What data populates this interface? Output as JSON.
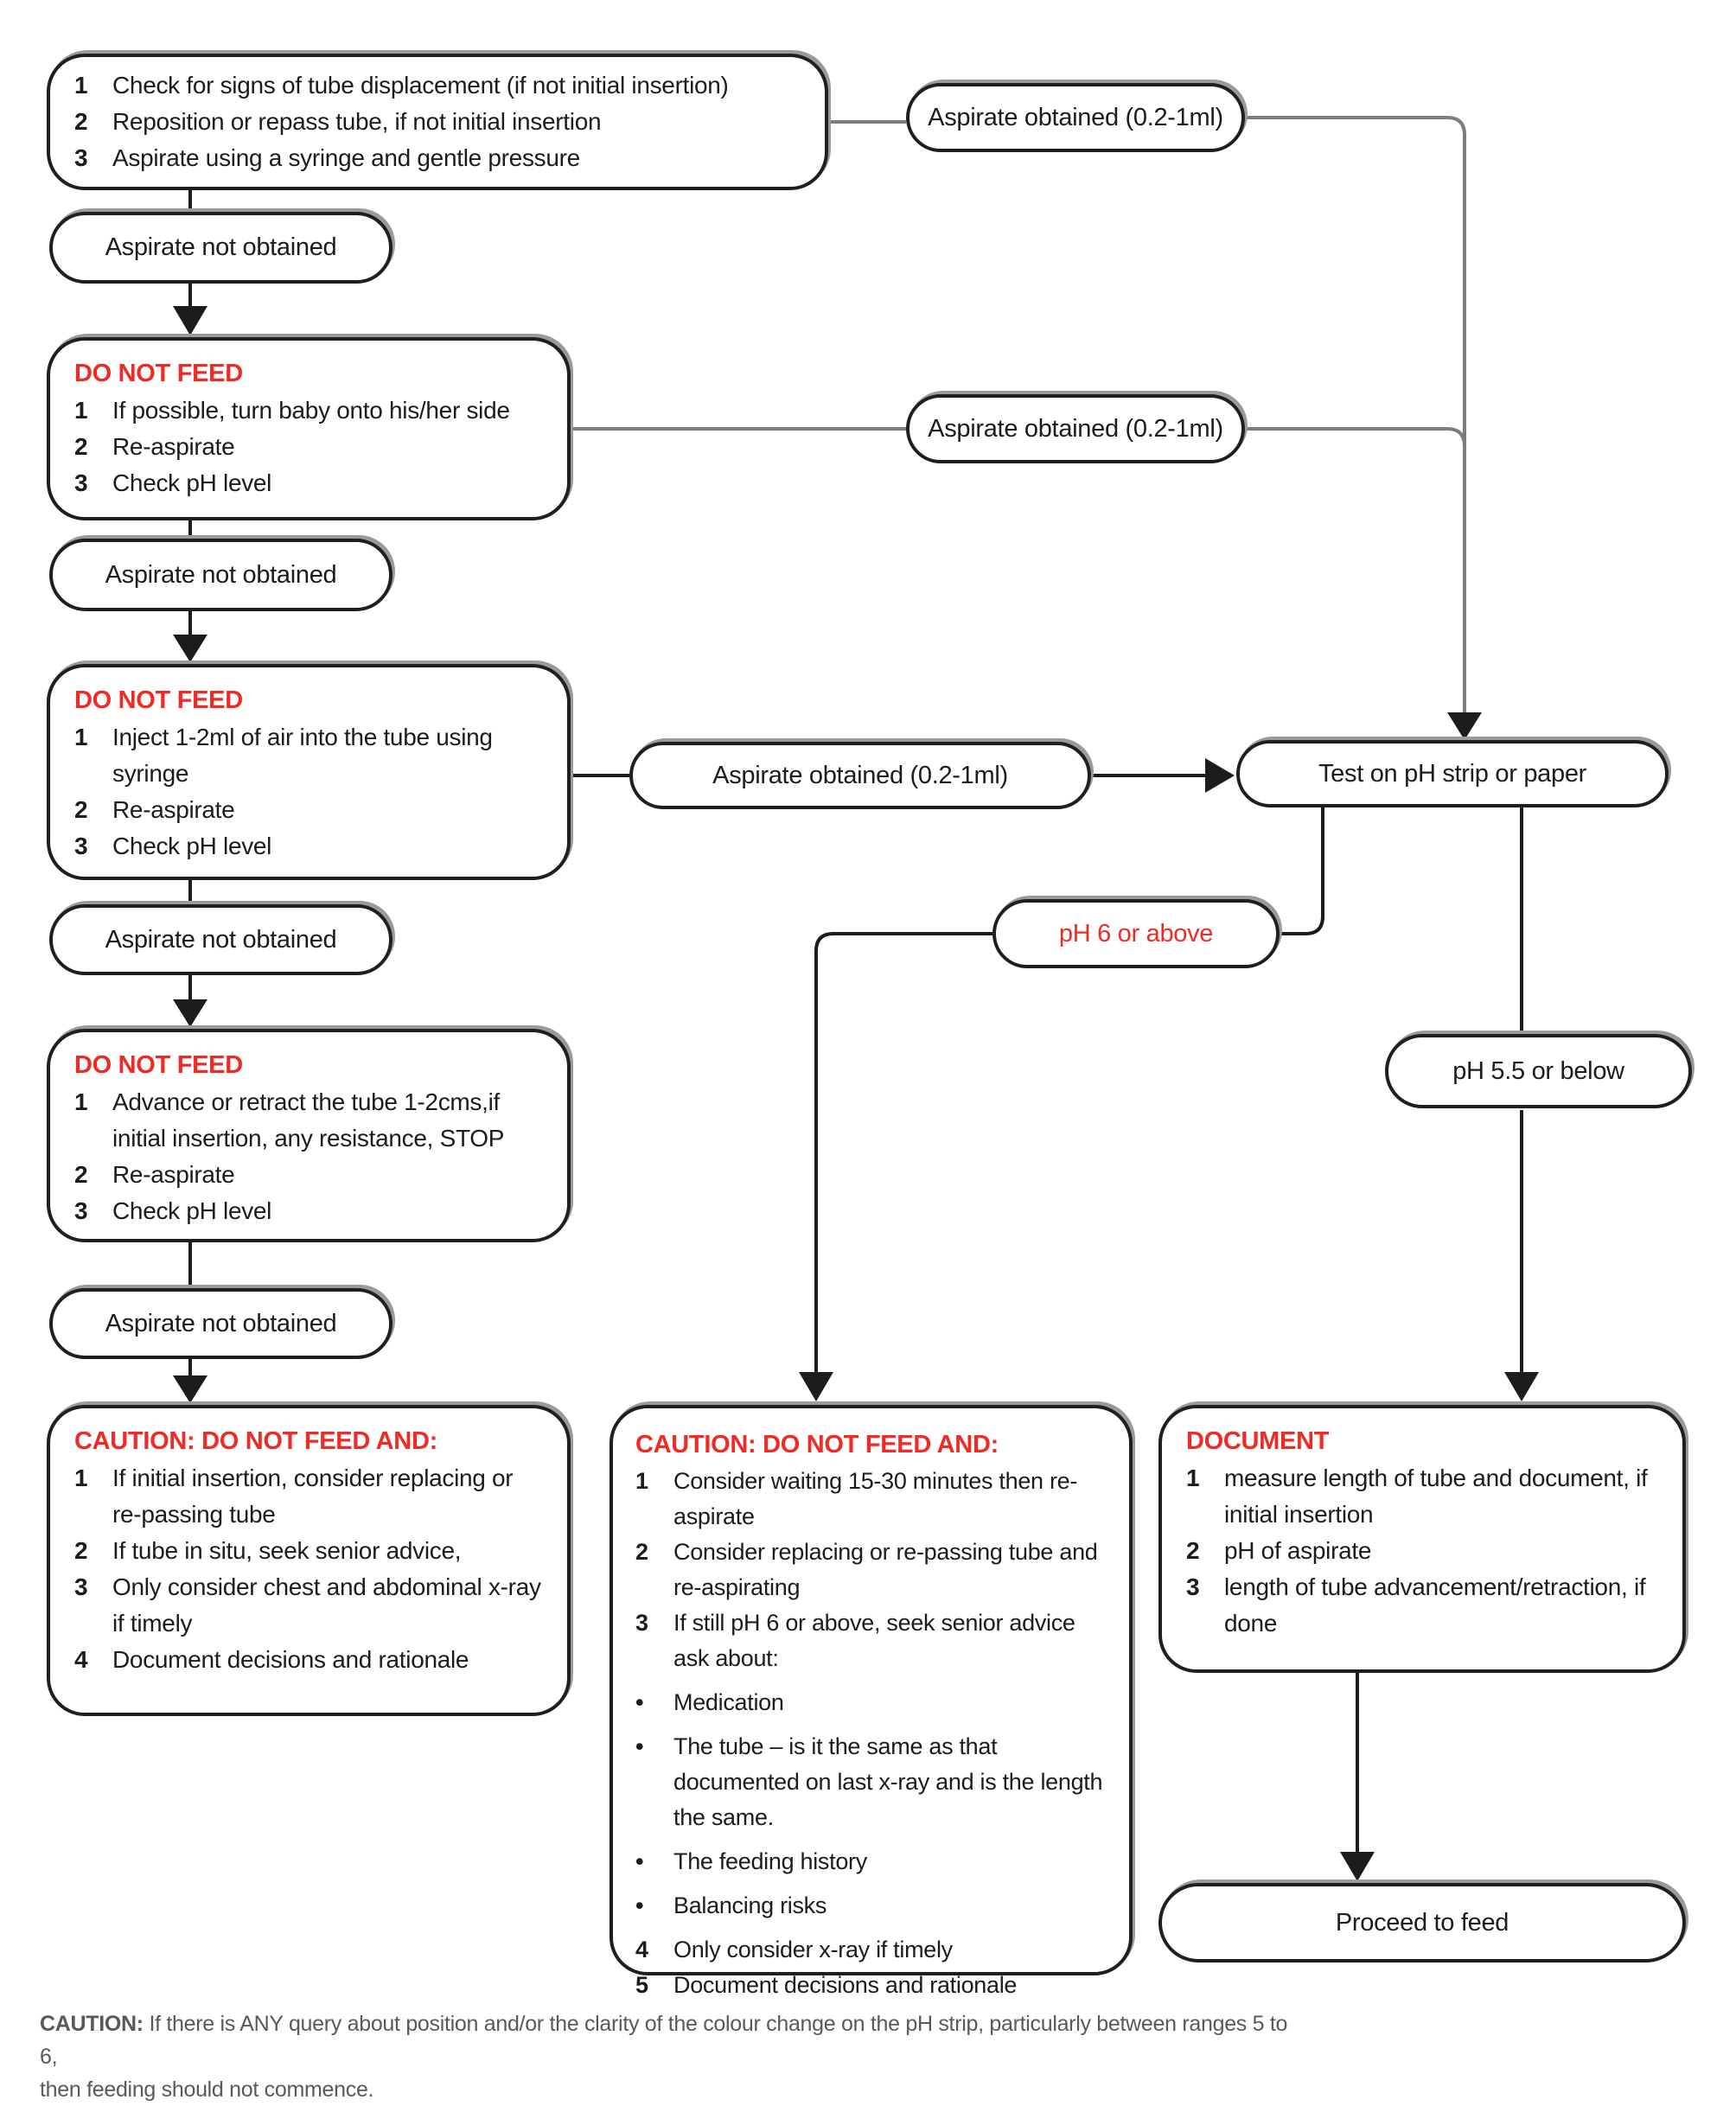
{
  "palette": {
    "red": "#ee2b24",
    "line_gray": "#7d7d7d",
    "line_black": "#1c1c1c",
    "box_border": "#1f1f1f",
    "box_shadow": "#9a9a9a",
    "background": "#ffffff"
  },
  "boxes": {
    "step1": {
      "items": [
        {
          "n": "1",
          "text": "Check for signs of tube displacement (if not initial insertion)"
        },
        {
          "n": "2",
          "text": "Reposition or repass tube, if not initial insertion"
        },
        {
          "n": "3",
          "text": "Aspirate using a syringe and gentle pressure"
        }
      ]
    },
    "do_not_feed_1": {
      "title": "DO NOT FEED",
      "items": [
        {
          "n": "1",
          "text": "If possible, turn baby onto his/her side"
        },
        {
          "n": "2",
          "text": "Re-aspirate"
        },
        {
          "n": "3",
          "text": "Check pH level"
        }
      ]
    },
    "do_not_feed_2": {
      "title": "DO NOT FEED",
      "items": [
        {
          "n": "1",
          "text": "Inject 1-2ml of air into the tube using syringe"
        },
        {
          "n": "2",
          "text": "Re-aspirate"
        },
        {
          "n": "3",
          "text": "Check pH level"
        }
      ]
    },
    "do_not_feed_3": {
      "title": "DO NOT FEED",
      "items": [
        {
          "n": "1",
          "text": "Advance or retract the tube 1-2cms,if initial insertion, any resistance, STOP"
        },
        {
          "n": "2",
          "text": "Re-aspirate"
        },
        {
          "n": "3",
          "text": "Check pH level"
        }
      ]
    },
    "caution_left": {
      "title": "CAUTION: DO NOT FEED AND:",
      "items": [
        {
          "n": "1",
          "text": "If initial insertion, consider replacing or re-passing tube"
        },
        {
          "n": "2",
          "text": "If tube in situ, seek senior advice,"
        },
        {
          "n": "3",
          "text": "Only consider chest and abdominal x-ray if timely"
        },
        {
          "n": "4",
          "text": "Document decisions and rationale"
        }
      ]
    },
    "caution_mid": {
      "title": "CAUTION: DO NOT FEED AND:",
      "items": [
        {
          "n": "1",
          "text": "Consider waiting 15-30 minutes then re-aspirate"
        },
        {
          "n": "2",
          "text": "Consider replacing or re-passing tube and re-aspirating"
        },
        {
          "n": "3",
          "text": "If still pH 6 or above, seek senior advice ask about:"
        },
        {
          "n": "•",
          "text": "Medication"
        },
        {
          "n": "•",
          "text": "The tube – is it the same as that documented on last x-ray and is the length the same."
        },
        {
          "n": "•",
          "text": "The feeding history"
        },
        {
          "n": "•",
          "text": "Balancing risks"
        },
        {
          "n": "4",
          "text": "Only consider x-ray if timely"
        },
        {
          "n": "5",
          "text": "Document decisions and rationale"
        }
      ]
    },
    "document": {
      "title": "DOCUMENT",
      "items": [
        {
          "n": "1",
          "text": "measure length of tube and document, if initial insertion"
        },
        {
          "n": "2",
          "text": "pH of aspirate"
        },
        {
          "n": "3",
          "text": "length of tube advancement/retraction, if done"
        }
      ]
    }
  },
  "pills": {
    "aspirate_not_obtained": "Aspirate not obtained",
    "aspirate_obtained": "Aspirate obtained (0.2-1ml)",
    "test_ph": "Test on pH strip or paper",
    "ph_above": "pH 6 or above",
    "ph_below": "pH 5.5 or below",
    "proceed": "Proceed to feed"
  },
  "note": {
    "label": "CAUTION:",
    "line1": " If there is ANY query about position and/or the clarity of the colour change on the pH strip, particularly between ranges 5 to 6,",
    "line2": "then feeding should not commence."
  }
}
